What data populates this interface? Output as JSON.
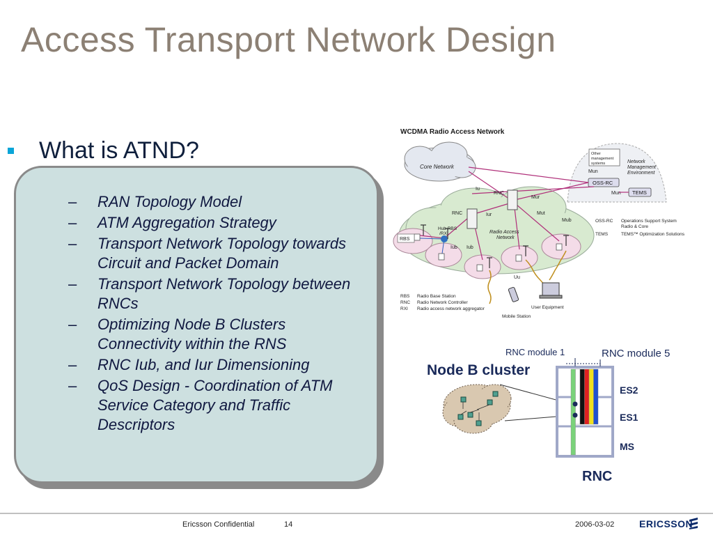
{
  "slide": {
    "title": "Access Transport Network Design",
    "bullet": "What is ATND?",
    "topics": [
      "RAN Topology Model",
      "ATM Aggregation Strategy",
      "Transport Network Topology towards Circuit and Packet Domain",
      "Transport Network Topology between RNCs",
      "Optimizing Node B Clusters Connectivity within the RNS",
      "RNC Iub, and Iur Dimensioning",
      "QoS Design - Coordination of ATM Service Category and Traffic Descriptors"
    ],
    "dash": "–"
  },
  "wcdma": {
    "title": "WCDMA Radio Access Network",
    "core_network": "Core Network",
    "other_systems": [
      "Other",
      "management",
      "systems"
    ],
    "network_mgmt": [
      "Network",
      "Management",
      "Environment"
    ],
    "mun": "Mun",
    "oss_rc": "OSS-RC",
    "tems": "TEMS",
    "iu": "Iu",
    "rnc": "RNC",
    "mur": "Mur",
    "mut": "Mut",
    "mub": "Mub",
    "iur": "Iur",
    "hub_rbs": [
      "Hub RBS",
      "/RXI"
    ],
    "radio_access": [
      "Radio Access",
      "Network"
    ],
    "rbs": "RBS",
    "iub": "Iub",
    "uu": "Uu",
    "user_equipment": "User Equipment",
    "mobile_station": "Mobile Station",
    "legend_right": [
      {
        "abbr": "OSS-RC",
        "desc": "Operations Support System",
        "desc2": "Radio & Core"
      },
      {
        "abbr": "TEMS",
        "desc": "TEMS™ Optimization Solutions"
      }
    ],
    "legend_left": [
      {
        "abbr": "RBS",
        "desc": "Radio Base Station"
      },
      {
        "abbr": "RNC",
        "desc": "Radio Network Controller"
      },
      {
        "abbr": "RXI",
        "desc": "Radio access network aggregator"
      }
    ]
  },
  "rnc_diagram": {
    "node_b_cluster": "Node B cluster",
    "module_1": "RNC module 1",
    "module_5": "RNC module 5",
    "es2": "ES2",
    "es1": "ES1",
    "ms": "MS",
    "rnc": "RNC",
    "module_colors": [
      "#7ad27a",
      "#ffffff",
      "#111111",
      "#e02020",
      "#f0e020",
      "#2050d0"
    ]
  },
  "footer": {
    "confidential": "Ericsson Confidential",
    "page": "14",
    "date": "2006-03-02",
    "logo": "ERICSSON"
  }
}
